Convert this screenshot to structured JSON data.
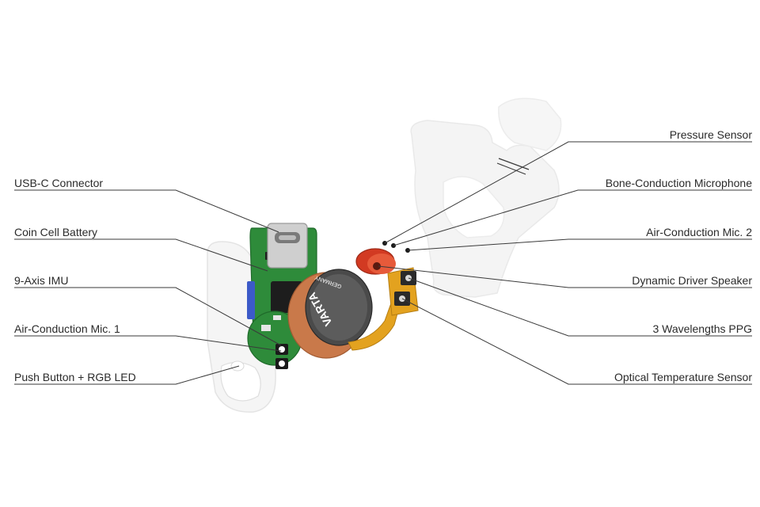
{
  "labels_left": [
    {
      "id": "usb-c-connector",
      "text": "USB-C Connector"
    },
    {
      "id": "coin-cell-battery",
      "text": "Coin Cell Battery"
    },
    {
      "id": "nine-axis-imu",
      "text": "9-Axis IMU"
    },
    {
      "id": "air-conduction-mic-1",
      "text": "Air-Conduction Mic. 1"
    },
    {
      "id": "push-button-rgb-led",
      "text": "Push Button + RGB LED"
    }
  ],
  "labels_right": [
    {
      "id": "pressure-sensor",
      "text": "Pressure Sensor"
    },
    {
      "id": "bone-conduction-microphone",
      "text": "Bone-Conduction Microphone"
    },
    {
      "id": "air-conduction-mic-2",
      "text": "Air-Conduction Mic. 2"
    },
    {
      "id": "dynamic-driver-speaker",
      "text": "Dynamic Driver Speaker"
    },
    {
      "id": "three-wavelengths-ppg",
      "text": "3 Wavelengths PPG"
    },
    {
      "id": "optical-temperature-sensor",
      "text": "Optical Temperature Sensor"
    }
  ],
  "battery_markings": {
    "brand": "VARTA",
    "country": "GERMANY"
  },
  "colors": {
    "pcb_green": "#2e8b3a",
    "battery_copper": "#c9794a",
    "flex_yellow": "#e3a21f",
    "speaker_red": "#d23a22",
    "housing_white": "#f2f2f2",
    "leader_line": "#3a3a3a"
  }
}
